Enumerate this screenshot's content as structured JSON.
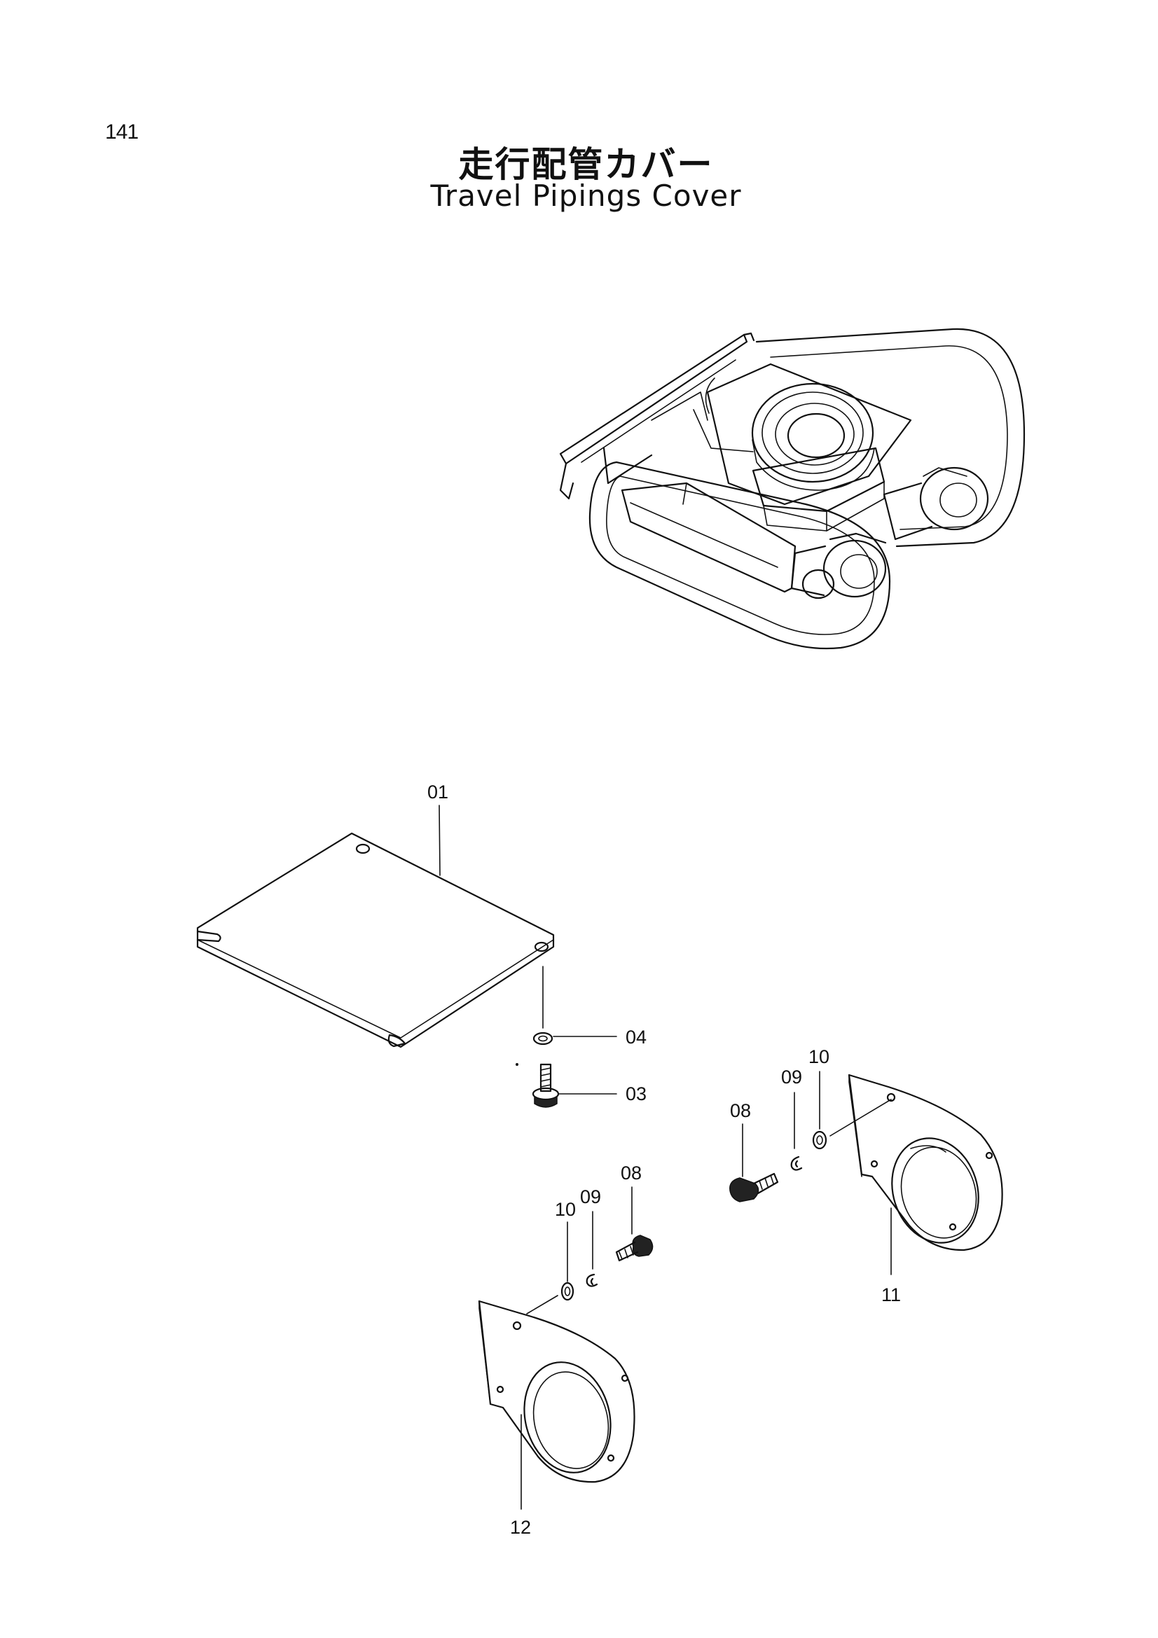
{
  "header": {
    "page_number": "141",
    "title_jp": "走行配管カバー",
    "title_en": "Travel Pipings Cover"
  },
  "callouts": {
    "p01": "01",
    "p03": "03",
    "p04": "04",
    "p08_right": "08",
    "p09_right": "09",
    "p10_right": "10",
    "p11": "11",
    "p08_left": "08",
    "p09_left": "09",
    "p10_left": "10",
    "p12": "12"
  }
}
